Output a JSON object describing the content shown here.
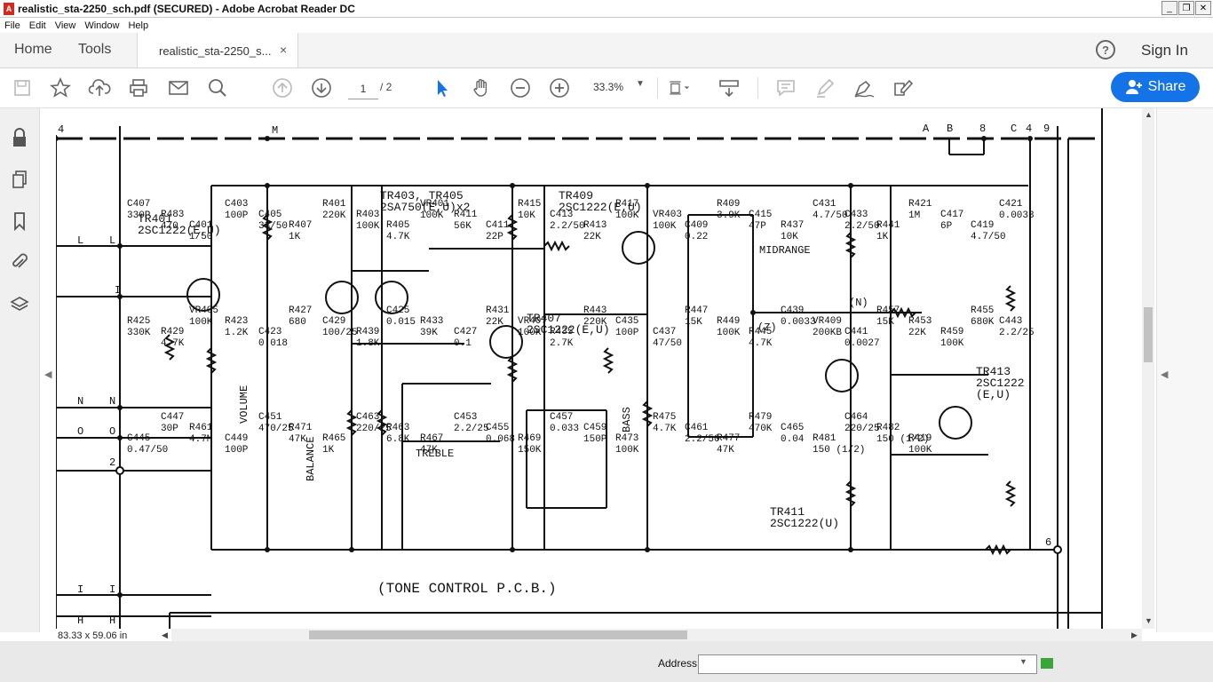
{
  "window": {
    "title": "realistic_sta-2250_sch.pdf (SECURED) - Adobe Acrobat Reader DC",
    "app_icon": "acrobat-icon",
    "buttons": [
      "_",
      "❐",
      "✕"
    ]
  },
  "menu": [
    "File",
    "Edit",
    "View",
    "Window",
    "Help"
  ],
  "tabs": {
    "home": "Home",
    "tools": "Tools",
    "document": "realistic_sta-2250_s...",
    "close": "×"
  },
  "header": {
    "help_glyph": "?",
    "sign_in": "Sign In"
  },
  "toolbar": {
    "page_current": "1",
    "page_total": "/ 2",
    "zoom": "33.3%",
    "share_label": "Share"
  },
  "status": {
    "page_size": "83.33 x 59.06 in",
    "address_label": "Address",
    "address_value": ""
  },
  "schematic": {
    "title": "(TONE CONTROL P.C.B.)",
    "boxed_labels": [
      "VOLUME",
      "BALANCE",
      "TREBLE",
      "BASS",
      "MIDRANGE"
    ],
    "terminals": [
      "4",
      "M",
      "A",
      "B",
      "8",
      "C",
      "4",
      "9",
      "L",
      "L",
      "I",
      "N",
      "N",
      "O",
      "O",
      "2",
      "I",
      "I",
      "H",
      "H",
      "6",
      "(N)",
      "(Z)"
    ],
    "transistors": [
      "TR401\n2SC1222(E,U)",
      "TR403, TR405\n2SA750(E,U)x2",
      "TR409\n2SC1222(E,U)",
      "TR407\n2SC1222(E,U)",
      "TR411\n2SC1222(U)",
      "TR413\n2SC1222\n(E,U)"
    ],
    "components": [
      "C407 330P",
      "R483 470",
      "C401 1/50",
      "C403 100P",
      "C405 33/50",
      "R407 1K",
      "R401 220K",
      "R403 100K",
      "R405 4.7K",
      "VR401 100K",
      "R411 56K",
      "C411 22P",
      "R415 10K",
      "C413 2.2/50",
      "R413 22K",
      "R417 100K",
      "VR403 100K",
      "C409 0.22",
      "R409 3.9K",
      "C415 47P",
      "R437 10K",
      "C431 4.7/50",
      "C433 2.2/50",
      "R441 1K",
      "R421 1M",
      "C417 6P",
      "C419 4.7/50",
      "C421 0.0033",
      "R425 330K",
      "R429 4.7K",
      "VR405 100K",
      "R423 1.2K",
      "C423 0.018",
      "R427 680",
      "C429 100/25",
      "R439 1.8K",
      "C425 0.015",
      "R433 39K",
      "C427 0.1",
      "R431 22K",
      "VR407 100K",
      "R435 2.7K",
      "R443 220K",
      "C435 100P",
      "C437 47/50",
      "R447 15K",
      "R449 100K",
      "R445 4.7K",
      "C439 0.0033",
      "VR409 200KB",
      "C441 0.0027",
      "R457 15K",
      "R453 22K",
      "R459 100K",
      "R455 680K",
      "C443 2.2/25",
      "C445 0.47/50",
      "C447 30P",
      "R461 4.7M",
      "C449 100P",
      "C451 470/25",
      "R471 47K",
      "R465 1K",
      "C463 220/25",
      "R463 6.8K",
      "R467 47K",
      "C453 2.2/25",
      "C455 0.068",
      "R469 150K",
      "C457 0.033",
      "C459 150P",
      "R473 100K",
      "R475 4.7K",
      "C461 2.2/50",
      "R477 47K",
      "R479 470K",
      "C465 0.04",
      "R481 150 (1/2)",
      "C464 220/25",
      "R482 150 (1/2)",
      "R419 100K"
    ]
  }
}
